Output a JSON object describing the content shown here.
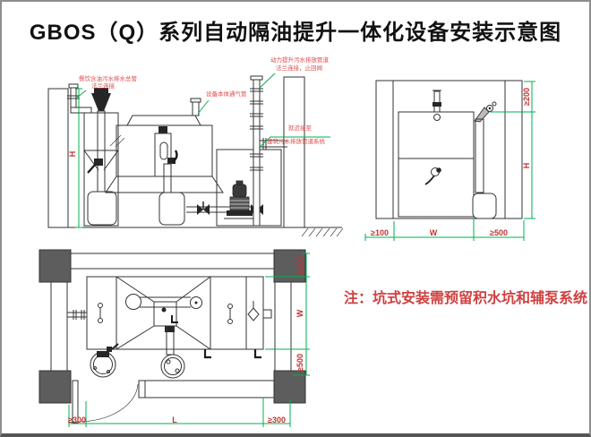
{
  "title": "GBOS（Q）系列自动隔油提升一体化设备安装示意图",
  "note": "注：坑式安装需预留积水坑和辅泵系统",
  "colors": {
    "dimension_green": "#00b050",
    "annotation_red": "#e04848",
    "note_red": "#d04040",
    "drawing_line": "#333333",
    "column_fill": "#5d5d5d"
  },
  "elevation_view": {
    "labels": {
      "inlet_line1": "餐饮含油污水排水总管",
      "inlet_line2": "法兰连接",
      "vent": "设备本体通气管",
      "discharge_line1": "动力提升污水排放管道",
      "discharge_line2": "法兰连接，止回阀",
      "connect_line1": "就近接至",
      "connect_line2": "建筑污水排放管道系统"
    },
    "dimensions": {
      "height": "H"
    }
  },
  "side_view": {
    "dimensions": {
      "top_clearance": "≥200",
      "height": "H",
      "left_clearance": "≥100",
      "width": "W",
      "right_clearance": "≥500"
    }
  },
  "plan_view": {
    "dimensions": {
      "top_clearance": "≥100",
      "width": "W",
      "front_clearance": "≥500",
      "left_clearance": "≥300",
      "length": "L",
      "right_clearance": "≥300"
    }
  }
}
